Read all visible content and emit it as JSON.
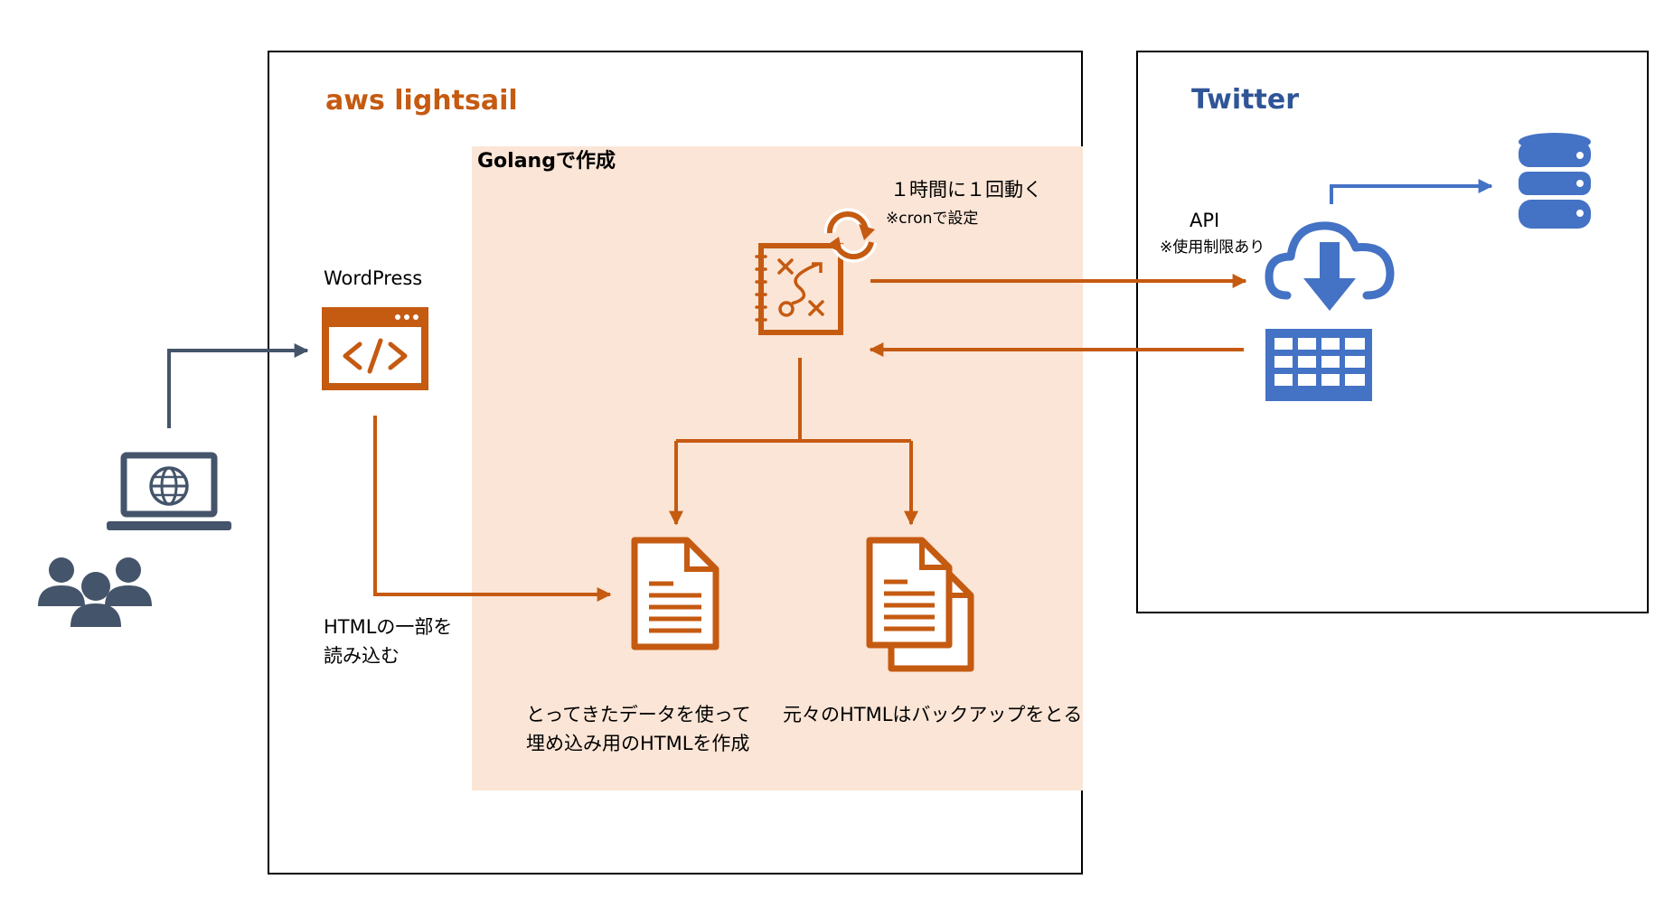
{
  "boxes": {
    "aws_title": "aws lightsail",
    "twitter_title": "Twitter",
    "golang_title": "Golangで作成"
  },
  "labels": {
    "wordpress": "WordPress",
    "schedule": "１時間に１回動く",
    "cron_note": "※cronで設定",
    "api": "API",
    "api_note": "※使用制限あり",
    "html_read_line1": "HTMLの一部を",
    "html_read_line2": "読み込む",
    "create_line1": "とってきたデータを使って",
    "create_line2": "埋め込み用のHTMLを作成",
    "backup": "元々のHTMLはバックアップをとる"
  },
  "icons": {
    "users": "users-group-icon",
    "laptop": "laptop-globe-icon",
    "wordpress": "browser-code-icon",
    "batch": "strategy-sync-icon",
    "new_html": "document-icon",
    "backup_html": "documents-copy-icon",
    "cloud": "cloud-download-icon",
    "table": "table-icon",
    "database": "database-icon"
  },
  "colors": {
    "orange": "#C55A11",
    "blue": "#4472C4",
    "navy": "#44546A",
    "peach": "#FBE5D6",
    "dark_blue_text": "#2F5597"
  }
}
